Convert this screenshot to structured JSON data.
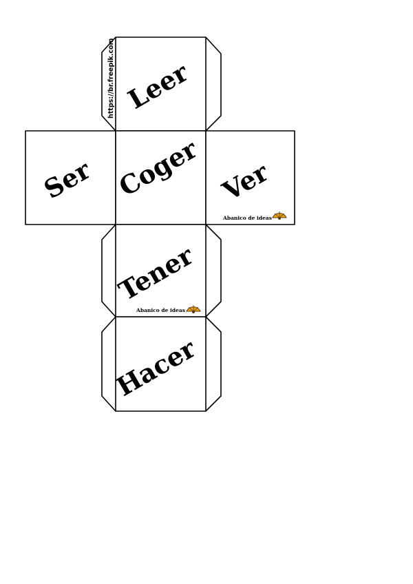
{
  "faces": {
    "top": "Leer",
    "left": "Ser",
    "center": "Coger",
    "right": "Ver",
    "below": "Tener",
    "bottom": "Hacer"
  },
  "credit_url": "https://br.freepik.com",
  "brand": {
    "right_face": "Abanico de ideas",
    "below_face": "Abanico de ideas"
  },
  "colors": {
    "line": "#000000",
    "paper": "#ffffff",
    "logo_orange": "#e8a317",
    "logo_dark": "#5a3a12"
  },
  "icons": [
    "fan-logo-icon"
  ]
}
